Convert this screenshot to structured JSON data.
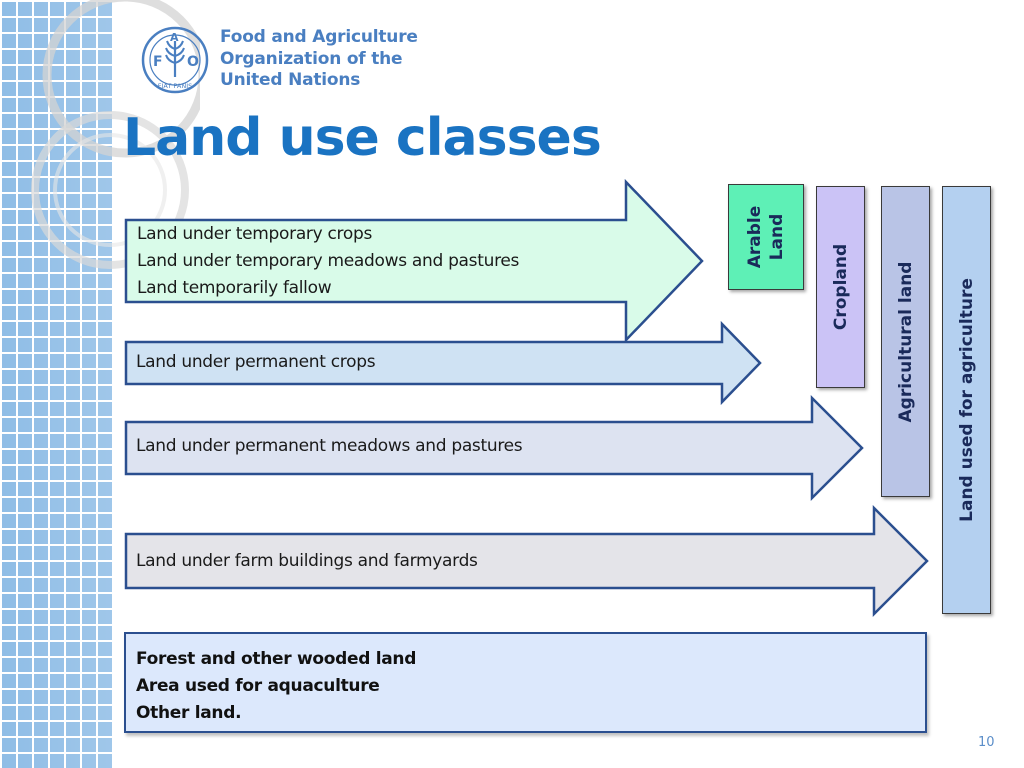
{
  "header": {
    "org_name_lines": [
      "Food and Agriculture",
      "Organization of the",
      "United Nations"
    ],
    "logo_letters": [
      "F",
      "A",
      "O"
    ],
    "logo_motto": "FIAT PANIS"
  },
  "slide": {
    "title": "Land use classes",
    "page_number": "10"
  },
  "arrows": [
    {
      "lines": [
        "Land under temporary crops",
        "Land under temporary meadows and pastures",
        "Land temporarily fallow"
      ],
      "fill": "#d9fbe9"
    },
    {
      "lines": [
        "Land under permanent crops"
      ],
      "fill": "#cfe2f3"
    },
    {
      "lines": [
        "Land under permanent meadows and pastures"
      ],
      "fill": "#dde3f1"
    },
    {
      "lines": [
        "Land under farm buildings and farmyards"
      ],
      "fill": "#e4e4e9"
    }
  ],
  "categories": [
    {
      "label_lines": [
        "Arable",
        "Land"
      ],
      "fill": "#5ef0b6"
    },
    {
      "label_lines": [
        "Cropland"
      ],
      "fill": "#cbc3f6"
    },
    {
      "label_lines": [
        "Agricultural land"
      ],
      "fill": "#b9c4e6"
    },
    {
      "label_lines": [
        "Land used for agriculture"
      ],
      "fill": "#b4d0f0"
    }
  ],
  "other_box": {
    "lines": [
      "Forest and other wooded land",
      "Area used for aquaculture",
      "Other land."
    ],
    "fill": "#dce8fc"
  },
  "colors": {
    "title": "#1a73c2",
    "brand": "#4a7fc1",
    "arrow_stroke": "#2b4f8f"
  }
}
